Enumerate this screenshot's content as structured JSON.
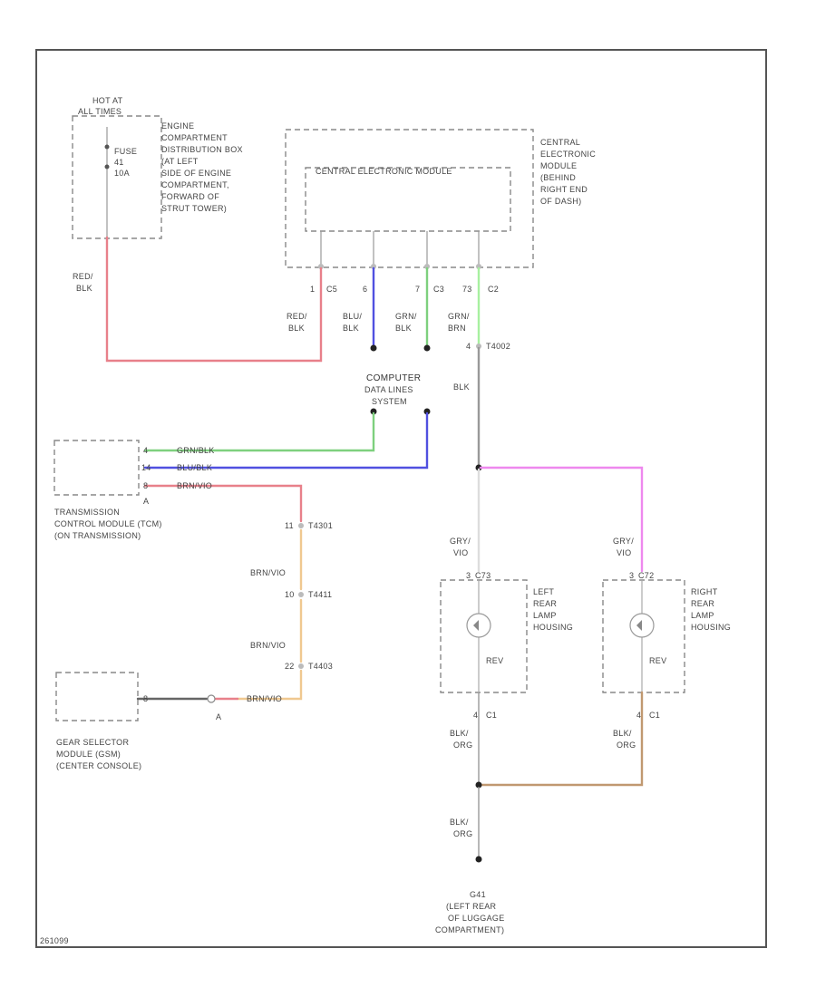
{
  "components": {
    "fuse_box_title": "HOT AT ALL TIMES",
    "fuse_label": "FUSE 41 10A",
    "fuse_location": [
      "ENGINE",
      "COMPARTMENT",
      "DISTRIBUTION BOX",
      "(AT LEFT",
      "SIDE OF ENGINE",
      "COMPARTMENT,",
      "FORWARD OF",
      "STRUT TOWER)"
    ],
    "cem_inner_title": "CENTRAL ELECTRONIC MODULE",
    "cem_location": [
      "CENTRAL",
      "ELECTRONIC",
      "MODULE",
      "(BEHIND",
      "RIGHT END",
      "OF DASH)"
    ],
    "tcm_label": [
      "TRANSMISSION",
      "CONTROL MODULE (TCM)",
      "(ON TRANSMISSION)"
    ],
    "gsm_label": [
      "GEAR SELECTOR",
      "MODULE (GSM)",
      "(CENTER CONSOLE)"
    ],
    "left_lamp_label": [
      "LEFT",
      "REAR",
      "LAMP",
      "HOUSING"
    ],
    "right_lamp_label": [
      "RIGHT",
      "REAR",
      "LAMP",
      "HOUSING"
    ],
    "ground_label": [
      "G41",
      "(LEFT REAR",
      "OF LUGGAGE",
      "COMPARTMENT)"
    ],
    "data_link_label": [
      "COMPUTER",
      "DATA LINES",
      "SYSTEM"
    ],
    "footer_code": "261099"
  },
  "pins": {
    "cem_pin1": "1",
    "cem_pin1_conn": "C5",
    "cem_pin2": "6",
    "cem_pin3": "7",
    "cem_pin3_conn": "C3",
    "cem_pin4": "73",
    "cem_pin4_conn": "C2",
    "tcm_pin_a": "4",
    "tcm_pin_b": "14",
    "tcm_pin_c": "8",
    "tcm_conn": "A",
    "gsm_pin": "8",
    "gsm_conn": "A",
    "conn_1": "11",
    "conn_1_id": "T4301",
    "conn_2": "10",
    "conn_2_id": "T4411",
    "conn_3": "22",
    "conn_3_id": "T4403",
    "conn_4": "4",
    "conn_4_id": "T4002",
    "left_lamp_pin_top": "3",
    "left_lamp_conn_top": "C73",
    "right_lamp_pin_top": "3",
    "right_lamp_conn_top": "C72",
    "left_lamp_pin_bot": "4",
    "left_lamp_conn_bot": "C1",
    "right_lamp_pin_bot": "4",
    "right_lamp_conn_bot": "C1",
    "lamp_bulb": "REV"
  },
  "wires": {
    "fuse_to_cem": [
      "RED/",
      "BLK"
    ],
    "cem1": [
      "RED/",
      "BLK"
    ],
    "cem2": [
      "BLU/",
      "BLK"
    ],
    "cem3": [
      "GRN/",
      "BLK"
    ],
    "cem4": [
      "GRN/",
      "BRN"
    ],
    "cem4_below": "BLK",
    "tcm_a": "GRN/BLK",
    "tcm_b": "BLU/BLK",
    "tcm_c": "BRN/VIO",
    "orange_1": "BRN/VIO",
    "orange_2": "BRN/VIO",
    "gsm": "BRN/VIO",
    "left_lamp_in": [
      "GRY/",
      "VIO"
    ],
    "right_lamp_in": [
      "GRY/",
      "VIO"
    ],
    "left_lamp_out": [
      "BLK/",
      "ORG"
    ],
    "right_lamp_out": [
      "BLK/",
      "ORG"
    ],
    "ground": [
      "BLK/",
      "ORG"
    ]
  },
  "colors": {
    "red": "#e8808a",
    "blue": "#5050e0",
    "green": "#7ed07e",
    "lightgreen": "#a8f0a0",
    "pink": "#ee88ee",
    "orange": "#f0c890",
    "tan": "#c09870",
    "gray": "#999999",
    "black": "#333333"
  }
}
